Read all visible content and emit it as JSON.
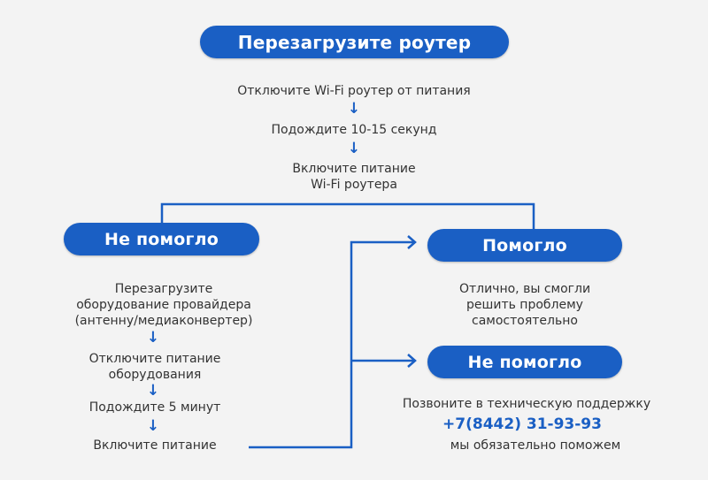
{
  "colors": {
    "accent": "#1a5fc4",
    "background": "#f3f3f3",
    "text": "#333333"
  },
  "header": {
    "title": "Перезагрузите роутер"
  },
  "main_steps": [
    "Отключите Wi-Fi роутер от питания",
    "Подождите 10-15 секунд",
    "Включите питание Wi-Fi роутера"
  ],
  "main_steps_lines": {
    "step3_line1": "Включите питание",
    "step3_line2": "Wi-Fi роутера"
  },
  "left_branch": {
    "title": "Не помогло",
    "steps": {
      "s1_line1": "Перезагрузите",
      "s1_line2": "оборудование провайдера",
      "s1_line3": "(антенну/медиаконвертер)",
      "s2_line1": "Отключите питание",
      "s2_line2": "оборудования",
      "s3": "Подождите 5 минут",
      "s4": "Включите питание"
    }
  },
  "right_success": {
    "title": "Помогло",
    "line1": "Отлично, вы смогли",
    "line2": "решить проблему",
    "line3": "самостоятельно"
  },
  "right_fail": {
    "title": "Не помогло",
    "line1": "Позвоните в техническую поддержку",
    "phone": "+7(8442) 31-93-93",
    "line3": "мы обязательно поможем"
  },
  "icons": {
    "arrow_down": "↓",
    "arrow_right": "→"
  }
}
